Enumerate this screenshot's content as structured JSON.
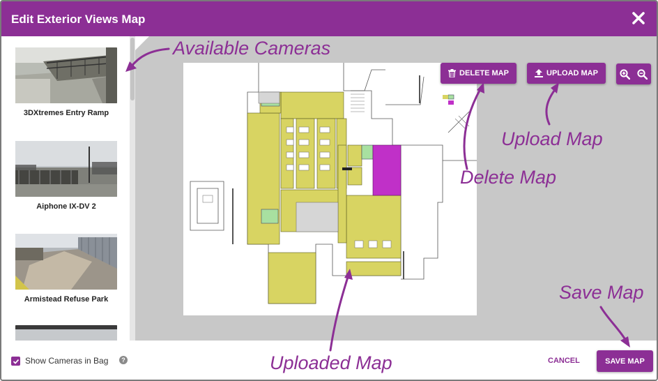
{
  "dialog": {
    "title": "Edit Exterior Views Map"
  },
  "cameras": [
    {
      "name": "3DXtremes Entry Ramp"
    },
    {
      "name": "Aiphone IX-DV 2"
    },
    {
      "name": "Armistead Refuse Park"
    },
    {
      "name": ""
    }
  ],
  "toolbar": {
    "delete_map_label": "DELETE MAP",
    "upload_map_label": "UPLOAD MAP"
  },
  "footer": {
    "show_cameras_label": "Show Cameras in Bag",
    "show_cameras_checked": true,
    "cancel_label": "CANCEL",
    "save_label": "SAVE MAP"
  },
  "annotations": {
    "available_cameras": "Available Cameras",
    "upload_map": "Upload Map",
    "delete_map": "Delete Map",
    "save_map": "Save Map",
    "uploaded_map": "Uploaded Map"
  },
  "colors": {
    "accent": "#8c2f95",
    "map_background": "#c8c8c8",
    "room_yellow": "#d8d462",
    "room_magenta": "#c030c8",
    "room_green": "#a8e0a0"
  },
  "icons": {
    "close": "close-icon",
    "trash": "trash-icon",
    "upload": "upload-icon",
    "zoom_in": "zoom-in-icon",
    "zoom_out": "zoom-out-icon",
    "help": "help-icon",
    "check": "check-icon"
  }
}
